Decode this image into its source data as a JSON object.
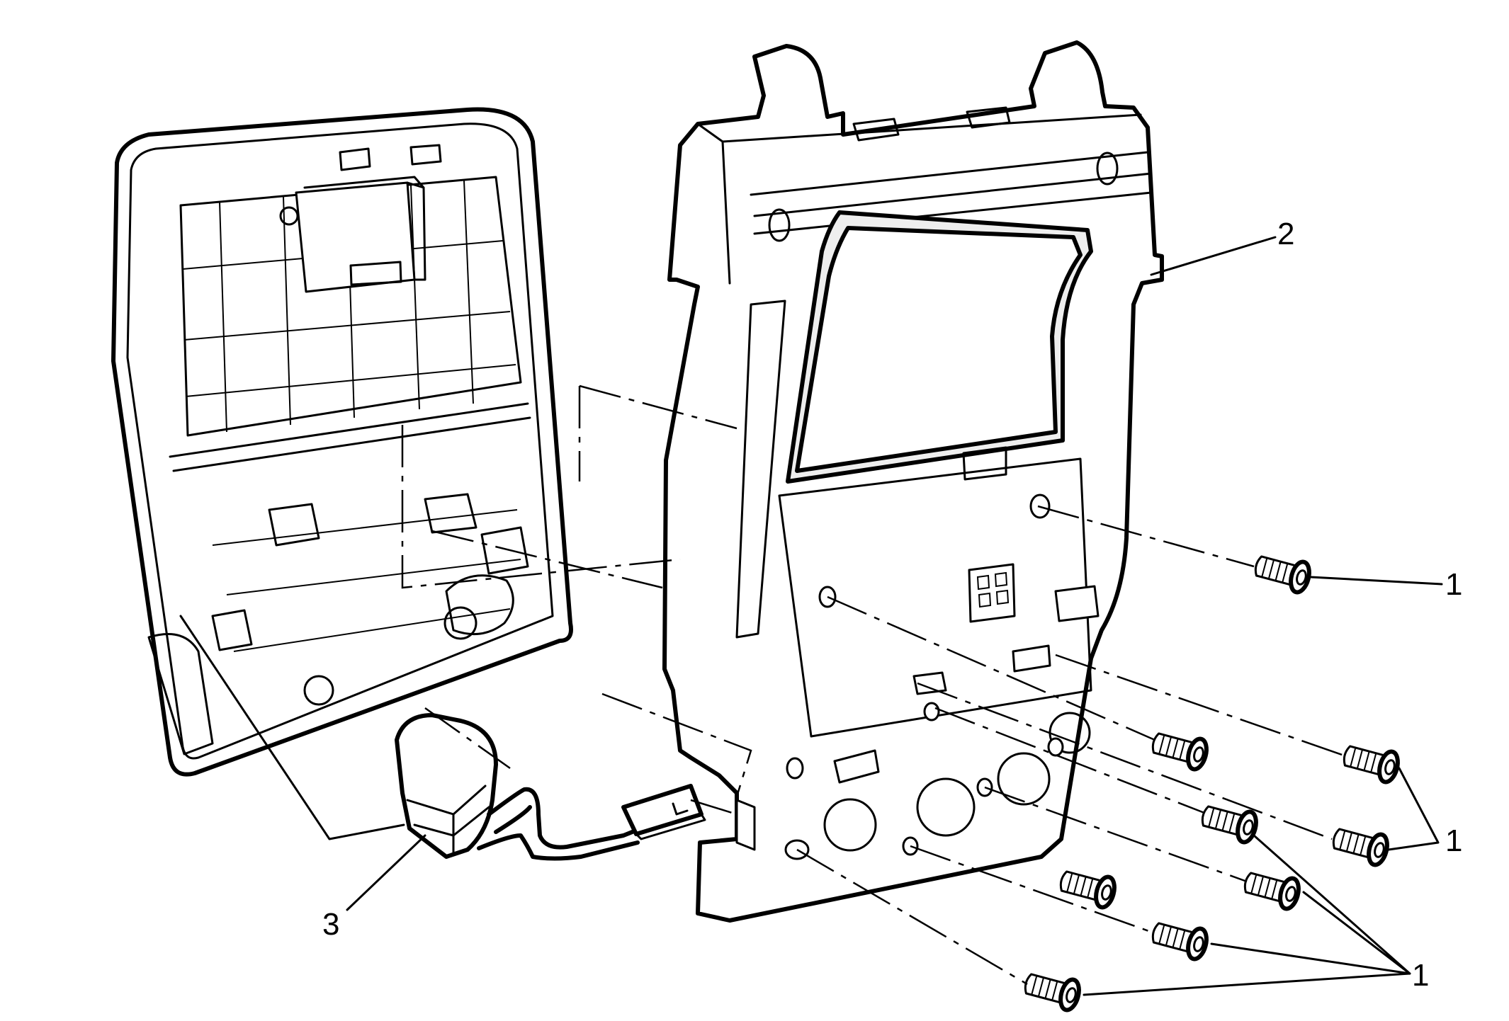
{
  "callouts": {
    "fastener_top": "1",
    "fastener_right": "1",
    "fastener_bottom": "1",
    "bracket": "2",
    "sensor": "3"
  },
  "colors": {
    "line": "#000000",
    "background": "#ffffff",
    "shade": "#eeeeee"
  }
}
